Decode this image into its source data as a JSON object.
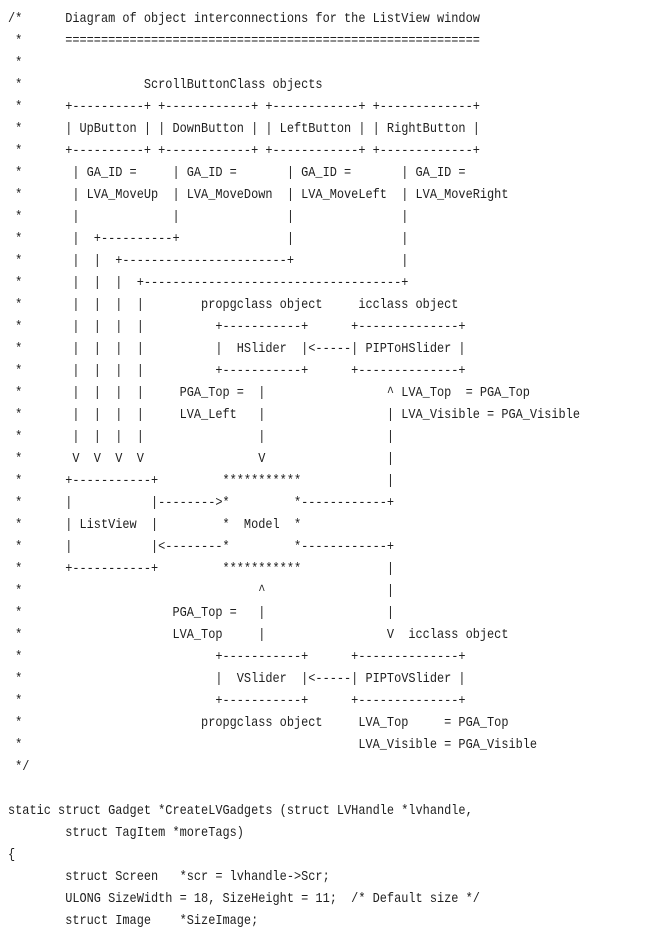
{
  "document": {
    "type": "source-code-listing",
    "language": "C",
    "comment_block": {
      "title": "Diagram of object interconnections for the ListView window",
      "objects": {
        "scroll_buttons_heading": "ScrollButtonClass objects",
        "scroll_buttons": [
          {
            "name": "UpButton",
            "ga_id": "LVA_MoveUp"
          },
          {
            "name": "DownButton",
            "ga_id": "LVA_MoveDown"
          },
          {
            "name": "LeftButton",
            "ga_id": "LVA_MoveLeft"
          },
          {
            "name": "RightButton",
            "ga_id": "LVA_MoveRight"
          }
        ],
        "sliders": [
          {
            "name": "HSlider",
            "class": "propgclass object",
            "ic": "PIPToHSlider",
            "ic_class": "icclass object"
          },
          {
            "name": "VSlider",
            "class": "propgclass object",
            "ic": "PIPToVSlider",
            "ic_class": "icclass object"
          }
        ],
        "central": [
          "ListView",
          "Model"
        ]
      }
    },
    "lines": [
      "/*      Diagram of object interconnections for the ListView window",
      " *      ==========================================================",
      " *",
      " *                 ScrollButtonClass objects",
      " *      +----------+ +------------+ +------------+ +-------------+",
      " *      | UpButton | | DownButton | | LeftButton | | RightButton |",
      " *      +----------+ +------------+ +------------+ +-------------+",
      " *       | GA_ID =     | GA_ID =       | GA_ID =       | GA_ID =",
      " *       | LVA_MoveUp  | LVA_MoveDown  | LVA_MoveLeft  | LVA_MoveRight",
      " *       |             |               |               |",
      " *       |  +----------+               |               |",
      " *       |  |  +-----------------------+               |",
      " *       |  |  |  +------------------------------------+",
      " *       |  |  |  |        propgclass object     icclass object",
      " *       |  |  |  |          +-----------+      +--------------+",
      " *       |  |  |  |          |  HSlider  |<-----| PIPToHSlider |",
      " *       |  |  |  |          +-----------+      +--------------+",
      " *       |  |  |  |     PGA_Top =  |                 ^ LVA_Top  = PGA_Top",
      " *       |  |  |  |     LVA_Left   |                 | LVA_Visible = PGA_Visible",
      " *       |  |  |  |                |                 |",
      " *       V  V  V  V                V                 |",
      " *      +-----------+         ***********            |",
      " *      |           |-------->*         *------------+",
      " *      | ListView  |         *  Model  *",
      " *      |           |<--------*         *------------+",
      " *      +-----------+         ***********            |",
      " *                                 ^                 |",
      " *                     PGA_Top =   |                 |",
      " *                     LVA_Top     |                 V  icclass object",
      " *                           +-----------+      +--------------+",
      " *                           |  VSlider  |<-----| PIPToVSlider |",
      " *                           +-----------+      +--------------+",
      " *                         propgclass object     LVA_Top     = PGA_Top",
      " *                                               LVA_Visible = PGA_Visible",
      " */",
      "",
      "static struct Gadget *CreateLVGadgets (struct LVHandle *lvhandle,",
      "        struct TagItem *moreTags)",
      "{",
      "        struct Screen   *scr = lvhandle->Scr;",
      "        ULONG SizeWidth = 18, SizeHeight = 11;  /* Default size */",
      "        struct Image    *SizeImage;"
    ]
  }
}
